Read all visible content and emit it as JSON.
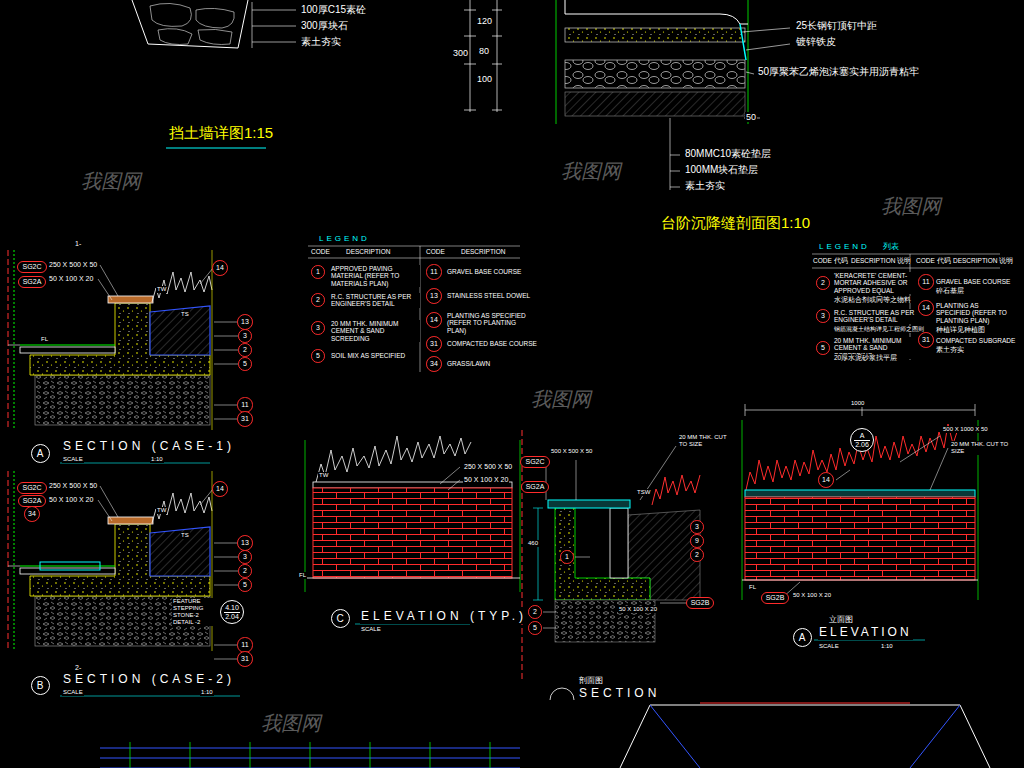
{
  "diagram": {
    "nodes": [
      {
        "text": [
          "SG2C"
        ]
      },
      {
        "text": [
          "SG2A"
        ]
      },
      {
        "text": [
          "14"
        ]
      },
      {
        "text": [
          "13"
        ]
      },
      {
        "text": [
          "3"
        ]
      },
      {
        "text": [
          "2"
        ]
      },
      {
        "text": [
          "5"
        ]
      },
      {
        "text": [
          "11"
        ]
      },
      {
        "text": [
          "31"
        ]
      },
      {
        "text": [
          "A"
        ]
      },
      {
        "text": [
          "SG2C"
        ]
      },
      {
        "text": [
          "SG2A"
        ]
      },
      {
        "text": [
          "34"
        ]
      },
      {
        "text": [
          "14"
        ]
      },
      {
        "text": [
          "13"
        ]
      },
      {
        "text": [
          "3"
        ]
      },
      {
        "text": [
          "2"
        ]
      },
      {
        "text": [
          "5"
        ]
      },
      {
        "text": [
          "4.10",
          "2.04"
        ]
      },
      {
        "text": [
          "11"
        ]
      },
      {
        "text": [
          "31"
        ]
      },
      {
        "text": [
          "B"
        ]
      },
      {
        "text": [
          "C"
        ]
      },
      {
        "text": [
          "1"
        ]
      },
      {
        "text": [
          "2"
        ]
      },
      {
        "text": [
          "3"
        ]
      },
      {
        "text": [
          "5"
        ]
      },
      {
        "text": [
          "11"
        ]
      },
      {
        "text": [
          "13"
        ]
      },
      {
        "text": [
          "14"
        ]
      },
      {
        "text": [
          "31"
        ]
      },
      {
        "text": [
          "34"
        ]
      },
      {
        "text": [
          "2"
        ]
      },
      {
        "text": [
          "3"
        ]
      },
      {
        "text": [
          "5"
        ]
      },
      {
        "text": [
          "11"
        ]
      },
      {
        "text": [
          "14"
        ]
      },
      {
        "text": [
          "31"
        ]
      },
      {
        "text": [
          "SG2C"
        ]
      },
      {
        "text": [
          "SG2A"
        ]
      },
      {
        "text": [
          "3"
        ]
      },
      {
        "text": [
          "9"
        ]
      },
      {
        "text": [
          "2"
        ]
      },
      {
        "text": [
          "1"
        ]
      },
      {
        "text": [
          "2"
        ]
      },
      {
        "text": [
          "5"
        ]
      },
      {
        "text": [
          "SG2B"
        ]
      },
      {
        "text": [
          "A",
          "2.06"
        ]
      },
      {
        "text": [
          "14"
        ]
      },
      {
        "text": [
          "SG2B"
        ]
      },
      {
        "text": [
          "A"
        ]
      }
    ],
    "labels": [
      "100厚C15素砼",
      "300厚块石",
      "素土夯实",
      "挡土墙详图1:15",
      "300",
      "120",
      "80",
      "100",
      "25长钢钉顶钉中距",
      "镀锌铁皮",
      "50厚聚苯乙烯泡沫塞实并用沥青粘牢",
      "50",
      "80MMC10素砼垫层",
      "100MM块石垫层",
      "素土夯实",
      "台阶沉降缝剖面图1:10",
      "LEGEND",
      "CODE",
      "DESCRIPTION",
      "CODE",
      "DESCRIPTION",
      "APPROVED PAVING MATERIAL (REFER TO MATERIALS PLAN)",
      "R.C. STRUCTURE AS PER ENGINEER'S DETAIL",
      "20 MM THK. MINIMUM CEMENT & SAND SCREEDING",
      "SOIL MIX AS SPECIFIED",
      "GRAVEL BASE COURSE",
      "STAINLESS STEEL DOWEL",
      "PLANTING AS SPECIFIED (REFER TO PLANTING PLAN)",
      "COMPACTED BASE COURSE",
      "GRASS/LAWN",
      "LEGEND",
      "列表",
      "CODE 代码",
      "DESCRIPTION 说明",
      "CODE 代码",
      "DESCRIPTION 说明",
      "'KERACRETE' CEMENT-MORTAR ADHESIVE OR APPROVED EQUAL",
      "水泥粘合剂或同等之物料",
      "R.C. STRUCTURE AS PER ENGINEER'S DETAIL",
      "钢筋混凝土结构详见工程师之图则",
      "20 MM THK. MINIMUM CEMENT & SAND SCREEDING",
      "20厚水泥砂浆找平层",
      "GRAVEL BASE COURSE",
      "碎石基层",
      "PLANTING AS SPECIFIED (REFER TO PLANTING PLAN)",
      "种植详见种植图",
      "COMPACTED SUBGRADE",
      "素土夯实",
      "250 X 500 X 50",
      "50 X 100 X 20",
      "FL",
      "TW",
      "TS",
      "1-",
      "SECTION (CASE-1)",
      "SCALE",
      "1:10",
      "250 X 500 X 50",
      "50 X 100 X 20",
      "TW",
      "TS",
      "FEATURE STEPPING STONE-2 DETAIL -2",
      "2-",
      "SECTION (CASE-2)",
      "SCALE",
      "1:10",
      "250 X 500 X 50",
      "50 X 100 X 20",
      "TW",
      "FL",
      "ELEVATION (TYP.)",
      "SCALE",
      "500 X 500 X 50",
      "20 MM THK. CUT TO SIZE",
      "TSW",
      "50 X 100 X 20",
      "460",
      "1000",
      "500 X 1000 X 50",
      "20 MM THK. CUT TO SIZE",
      "FL",
      "50 X 100 X 20",
      "立面图",
      "ELEVATION",
      "SCALE",
      "1:10",
      "剖面图",
      "SECTION",
      "我图网",
      "我图网",
      "我图网",
      "我图网",
      "我图网"
    ]
  }
}
